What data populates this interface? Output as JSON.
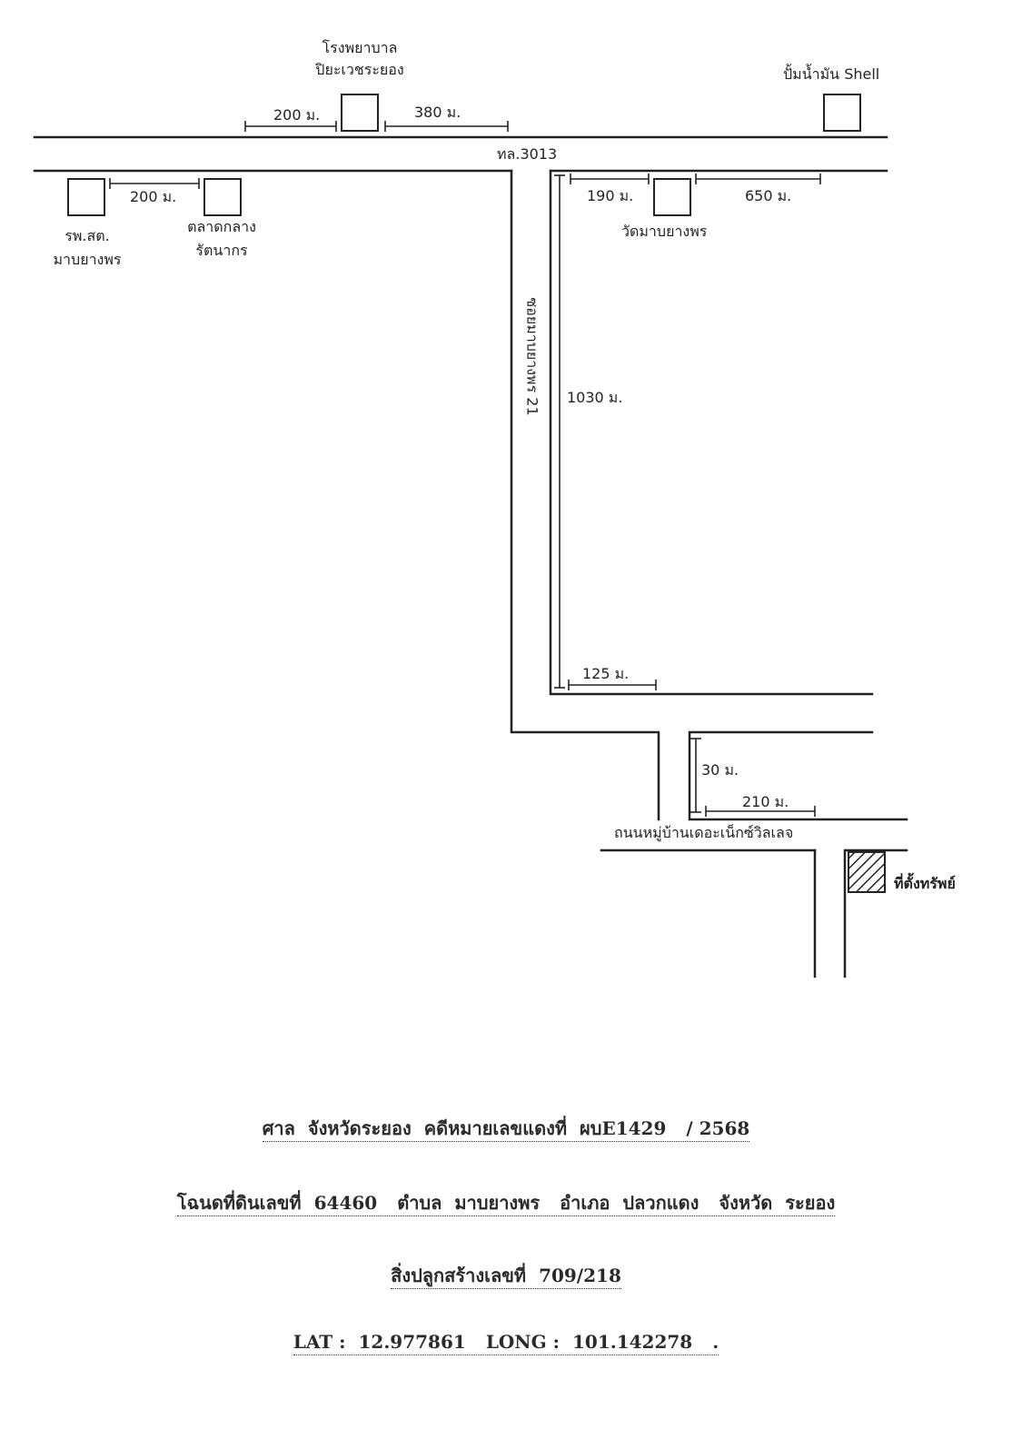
{
  "landmarks": {
    "hospital": {
      "line1": "โรงพยาบาล",
      "line2": "ปิยะเวชระยอง"
    },
    "shell": "ปั้มน้ำมัน Shell",
    "health_center": {
      "line1": "รพ.สต.",
      "line2": "มาบยางพร"
    },
    "market": {
      "line1": "ตลาดกลาง",
      "line2": "รัตนากร"
    },
    "temple": "วัดมาบยางพร",
    "property": "ที่ตั้งทรัพย์"
  },
  "roads": {
    "highway": "ทล.3013",
    "soi": "ซอยมาบยางพร 21",
    "village_road": "ถนนหมู่บ้านเดอะเน็กซ์วิลเลจ"
  },
  "distances": {
    "d_hosp_left": "200 ม.",
    "d_hosp_right": "380 ม.",
    "d_health_market": "200 ม.",
    "d_temple_left": "190 ม.",
    "d_temple_right": "650 ม.",
    "d_soi": "1030 ม.",
    "d_125": "125 ม.",
    "d_30": "30 ม.",
    "d_210": "210 ม."
  },
  "footer": {
    "court_label": "ศาล",
    "court_name": "จังหวัดระยอง",
    "case_label": "คดีหมายเลขแดงที่",
    "case_no": "ผบE1429",
    "case_year": "/ 2568",
    "deed_label": "โฉนดที่ดินเลขที่",
    "deed_no": "64460",
    "subdistrict_label": "ตำบล",
    "subdistrict": "มาบยางพร",
    "district_label": "อำเภอ",
    "district": "ปลวกแดง",
    "province_label": "จังหวัด",
    "province": "ระยอง",
    "building_label": "สิ่งปลูกสร้างเลขที่",
    "building_no": "709/218",
    "lat_label": "LAT :",
    "lat": "12.977861",
    "long_label": "LONG :",
    "long": "101.142278",
    "trailing": "."
  }
}
